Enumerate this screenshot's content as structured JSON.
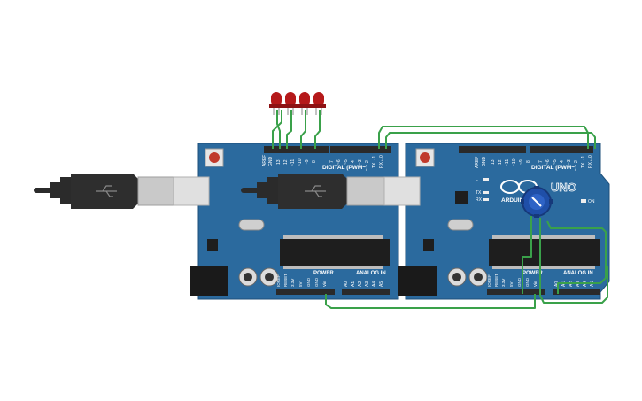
{
  "canvas": {
    "background": "#ffffff"
  },
  "colors": {
    "board": "#2b6a9e",
    "board_dark": "#1d4f7a",
    "header": "#2a2a2a",
    "wire": "#3aa14a",
    "led": "#b5191a",
    "usb_cable": "#2b2b2b",
    "usb_metal": "#c9c9c9",
    "pot_body": "#1f4fa8"
  },
  "arduino_left": {
    "digital_label": "DIGITAL (PWM~)",
    "power_label": "POWER",
    "analog_label": "ANALOG IN",
    "aref": "AREF",
    "gnd": "GND",
    "pins_digital": [
      "13",
      "12",
      "~11",
      "~10",
      "~9",
      "8",
      "7",
      "~6",
      "~5",
      "4",
      "~3",
      "2",
      "TX→1",
      "RX←0"
    ],
    "pins_power": [
      "IOREF",
      "RESET",
      "3.3V",
      "5V",
      "GND",
      "GND",
      "Vin"
    ],
    "pins_analog": [
      "A0",
      "A1",
      "A2",
      "A3",
      "A4",
      "A5"
    ]
  },
  "arduino_right": {
    "digital_label": "DIGITAL (PWM~)",
    "power_label": "POWER",
    "analog_label": "ANALOG IN",
    "aref": "AREF",
    "gnd": "GND",
    "brand": "ARDUINO",
    "model": "UNO",
    "on_label": "ON",
    "l_label": "L",
    "tx_label": "TX",
    "rx_label": "RX",
    "pins_digital": [
      "13",
      "12",
      "~11",
      "~10",
      "~9",
      "8",
      "7",
      "~6",
      "~5",
      "4",
      "~3",
      "2",
      "TX→1",
      "RX←0"
    ],
    "pins_power": [
      "IOREF",
      "RESET",
      "3.3V",
      "5V",
      "GND",
      "GND",
      "Vin"
    ],
    "pins_analog": [
      "A0",
      "A1",
      "A2",
      "A3",
      "A4",
      "A5"
    ]
  },
  "leds": {
    "count": 4
  },
  "icons": {
    "usb": "usb-icon",
    "potentiometer": "potentiometer-icon",
    "led": "led-icon",
    "reset": "reset-button-icon"
  }
}
